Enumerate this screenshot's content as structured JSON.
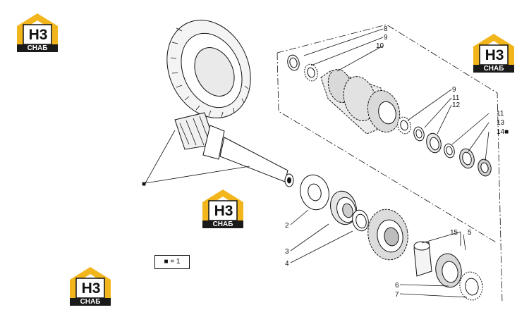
{
  "logo": {
    "top_text": "H3",
    "bottom_text": "СНАБ",
    "accent": "#f2b51c"
  },
  "legend": {
    "text": "■ = 1"
  },
  "callouts": {
    "c1": "■",
    "c2": "2",
    "c3": "3",
    "c4": "4",
    "c5": "5",
    "c6": "6",
    "c7": "7",
    "c8": "8",
    "c9a": "9",
    "c10": "10",
    "c9b": "9",
    "c11a": "11",
    "c12": "12",
    "c11b": "11",
    "c13": "13",
    "c14": "14■",
    "c15": "15"
  },
  "colors": {
    "ink": "#111111",
    "paper": "#ffffff",
    "brand_yellow": "#f2b51c"
  }
}
